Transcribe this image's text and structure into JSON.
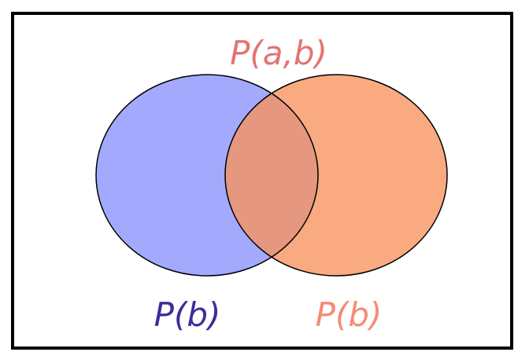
{
  "diagram": {
    "labels": {
      "intersection": "P(a,b)",
      "left": "P(b)",
      "right": "P(b)"
    },
    "colors": {
      "left_set_fill": "#8C93FB",
      "right_set_fill": "#F7925C",
      "overlap_tint": "#C77179",
      "intersection_label": "#E57373",
      "left_label": "#3B2E9A",
      "right_label": "#F58C74",
      "outline": "#000000"
    }
  }
}
